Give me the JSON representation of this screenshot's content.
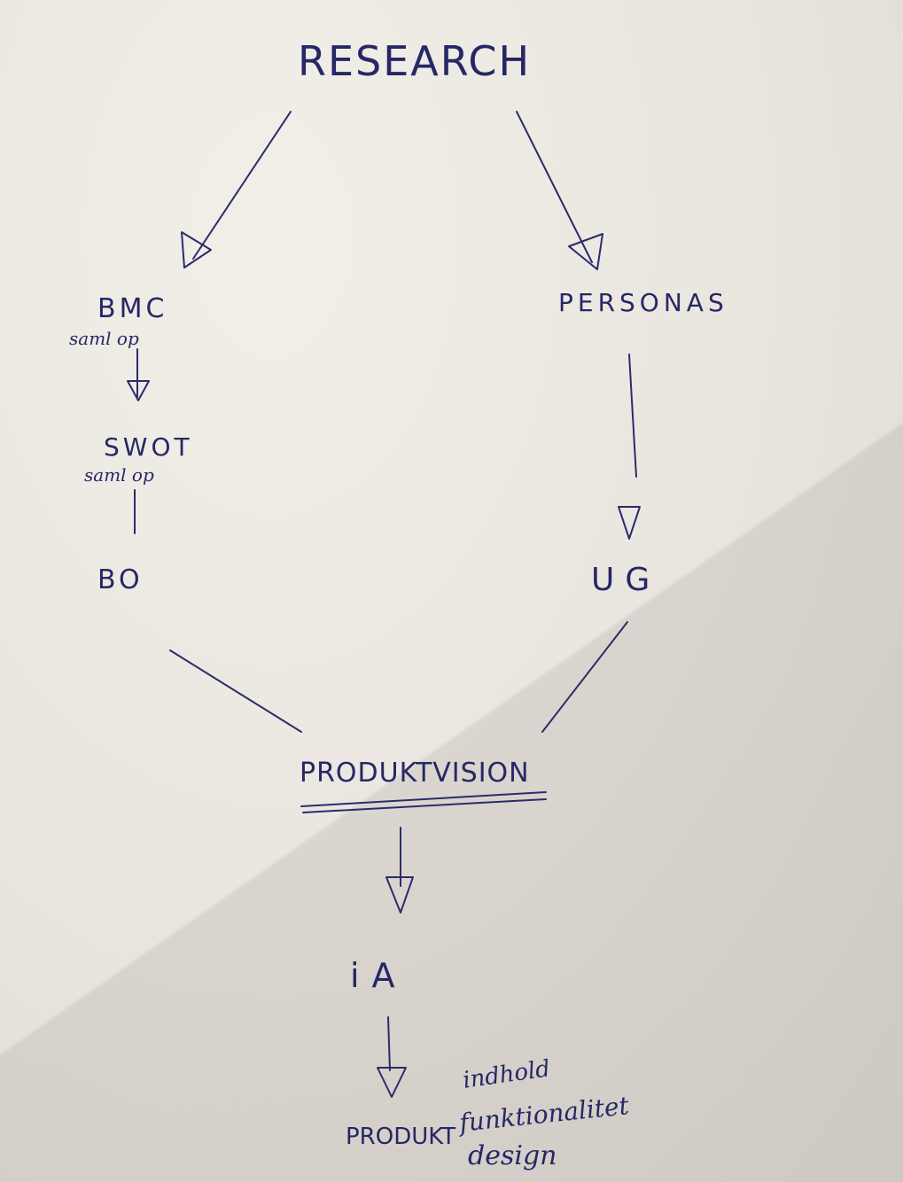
{
  "diagram": {
    "nodes": {
      "research": "RESEARCH",
      "bmc": "BMC",
      "bmc_note": "saml op",
      "swot": "SWOT",
      "swot_note": "saml op",
      "bo": "BO",
      "personas": "PERSONAS",
      "ug": "UG",
      "produktvision": "PRODUKTVISION",
      "ia": "iA",
      "produkt": "PRODUKT"
    },
    "produkt_notes": [
      "indhold",
      "funktionalitet",
      "design"
    ]
  },
  "colors": {
    "ink": "#2b2c6b",
    "paper": "#ece8e1"
  }
}
